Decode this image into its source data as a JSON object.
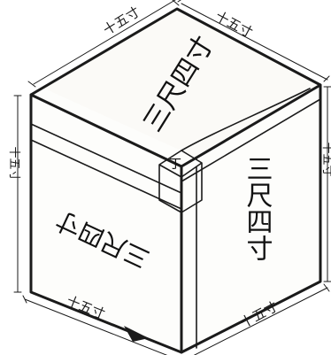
{
  "diagram": {
    "ink_color": "#1a1a1a",
    "paper_color": "#fdfdfb",
    "faces": {
      "top": "三尺四寸",
      "front_left": "三尺四寸",
      "front_right": "三尺四寸"
    },
    "corner_mark": "丁",
    "dimensions": {
      "top_left_edge": "十五寸",
      "top_right_edge": "十五寸",
      "left_vertical": "十五寸",
      "right_vertical": "十五寸",
      "bottom_left_edge": "十五寸",
      "bottom_right_edge": "十五寸"
    }
  }
}
